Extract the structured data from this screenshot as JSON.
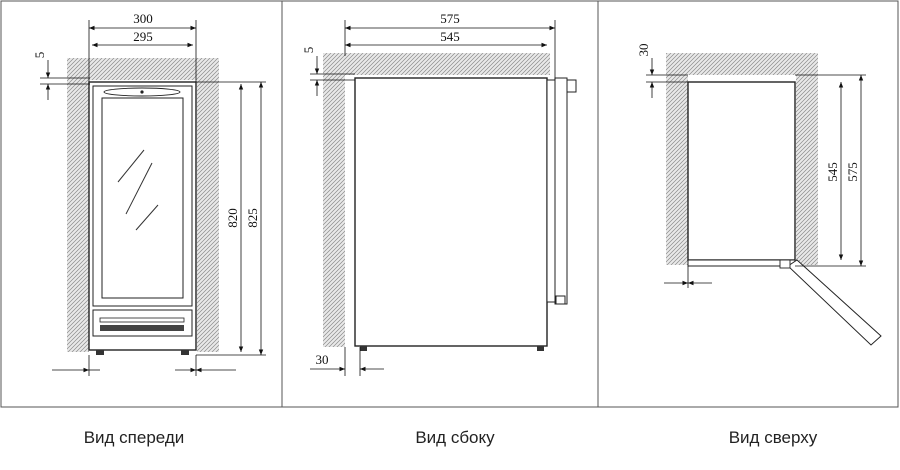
{
  "views": [
    {
      "id": "front",
      "caption": "Вид спереди",
      "dims": {
        "width_outer": "300",
        "width_inner": "295",
        "gap_top": "5",
        "height_inner": "820",
        "height_outer": "825"
      }
    },
    {
      "id": "side",
      "caption": "Вид сбоку",
      "dims": {
        "depth_outer": "575",
        "depth_inner": "545",
        "gap_top": "5",
        "gap_bottom": "30"
      }
    },
    {
      "id": "top",
      "caption": "Вид сверху",
      "dims": {
        "gap_back": "30",
        "depth_inner": "545",
        "depth_outer": "575"
      }
    }
  ]
}
